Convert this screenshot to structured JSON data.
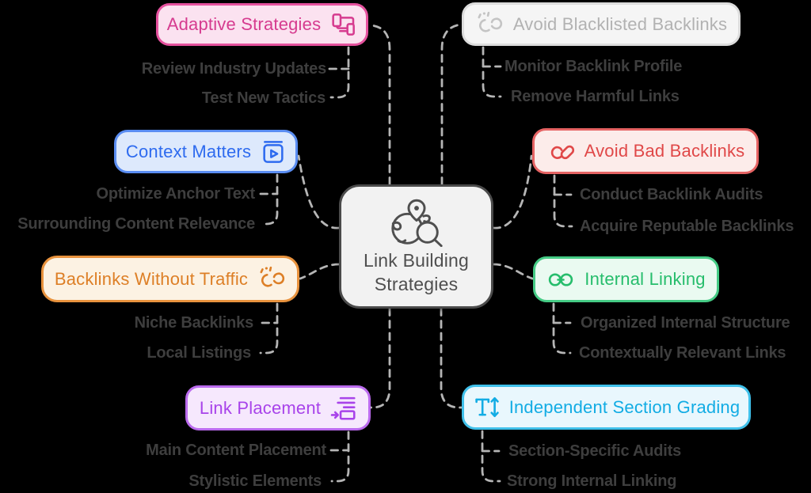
{
  "diagram_title": "Link Building Strategies",
  "center": {
    "label_line1": "Link Building",
    "label_line2": "Strategies",
    "icon": "globe-pin-search-icon",
    "fill": "#f2f2f2",
    "border": "#4b4b4b"
  },
  "branches": {
    "adaptive": {
      "label": "Adaptive Strategies",
      "icon": "devices-icon",
      "accent": "#d63b8f",
      "children": [
        "Review Industry Updates",
        "Test New Tactics"
      ]
    },
    "context": {
      "label": "Context Matters",
      "icon": "video-frame-icon",
      "accent": "#2e6bef",
      "children": [
        "Optimize Anchor Text",
        "Surrounding Content Relevance"
      ]
    },
    "bwt": {
      "label": "Backlinks Without Traffic",
      "icon": "broken-link-sparks-icon",
      "accent": "#dd7f26",
      "children": [
        "Niche Backlinks",
        "Local Listings"
      ]
    },
    "placement": {
      "label": "Link Placement",
      "icon": "insert-content-arrow-icon",
      "accent": "#a843ea",
      "children": [
        "Main Content Placement",
        "Stylistic Elements"
      ]
    },
    "blacklisted": {
      "label": "Avoid Blacklisted Backlinks",
      "icon": "broken-link-sparks-icon",
      "accent": "#b2b2b2",
      "children": [
        "Monitor Backlink Profile",
        "Remove Harmful Links"
      ]
    },
    "bad": {
      "label": "Avoid Bad Backlinks",
      "icon": "broken-chain-icon",
      "accent": "#e04848",
      "children": [
        "Conduct Backlink Audits",
        "Acquire Reputable Backlinks"
      ]
    },
    "internal": {
      "label": "Internal Linking",
      "icon": "chain-link-icon",
      "accent": "#26bd6c",
      "children": [
        "Organized Internal Structure",
        "Contextually Relevant Links"
      ]
    },
    "grading": {
      "label": "Independent Section Grading",
      "icon": "text-height-icon",
      "accent": "#12ace4",
      "children": [
        "Section-Specific Audits",
        "Strong Internal Linking"
      ]
    }
  },
  "style": {
    "background": "#000000",
    "connector_color": "#b5b5b5",
    "child_text_color": "#3e3e3e"
  }
}
